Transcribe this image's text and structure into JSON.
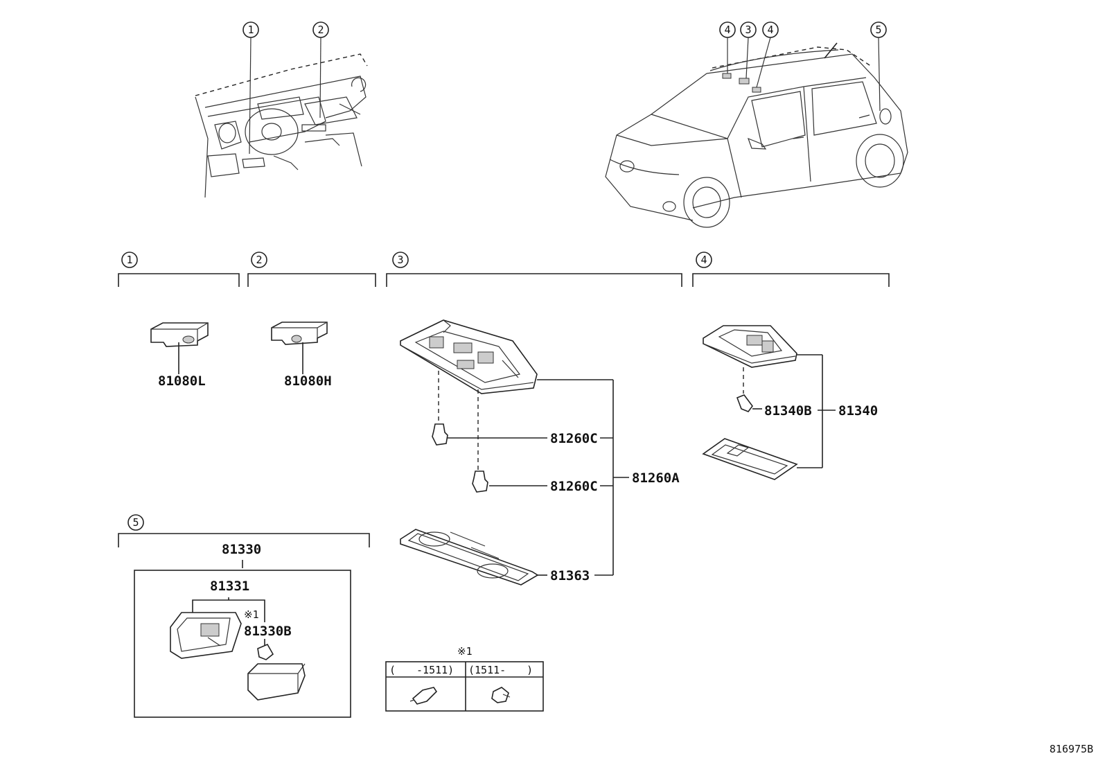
{
  "callouts": {
    "dash": [
      "1",
      "2"
    ],
    "car": [
      "4",
      "3",
      "4",
      "5"
    ],
    "sections": [
      "1",
      "2",
      "3",
      "4",
      "5"
    ]
  },
  "parts": {
    "p81080L": "81080L",
    "p81080H": "81080H",
    "p81260C_a": "81260C",
    "p81260C_b": "81260C",
    "p81260A": "81260A",
    "p81363": "81363",
    "p81340B": "81340B",
    "p81340": "81340",
    "p81330": "81330",
    "p81331": "81331",
    "p81330B": "81330B"
  },
  "notes": {
    "ref_mark_near_part": "※1",
    "ref_mark_table": "※1",
    "table_col_left": "(　　-1511)",
    "table_col_right": "(1511-　　)"
  },
  "diagram_id": "816975B"
}
